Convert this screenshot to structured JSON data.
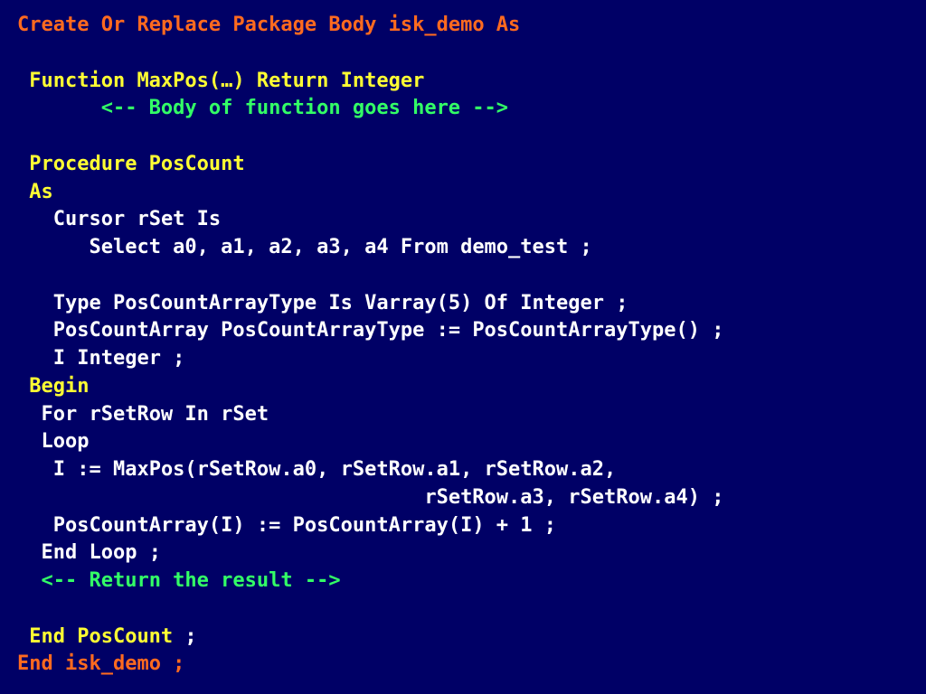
{
  "colors": {
    "background": "#000066",
    "orange": "#ff6a1f",
    "yellow": "#ffff33",
    "white": "#ffffff",
    "green": "#33ff66"
  },
  "code_lines": [
    {
      "row": 0,
      "indent": 0,
      "segments": [
        {
          "text": "Create Or Replace Package Body isk_demo As",
          "color": "orange"
        }
      ]
    },
    {
      "row": 2,
      "indent": 1,
      "segments": [
        {
          "text": "Function MaxPos(…) Return Integer",
          "color": "yellow"
        }
      ]
    },
    {
      "row": 3,
      "indent": 7,
      "segments": [
        {
          "text": "<-- Body of function goes here -->",
          "color": "green"
        }
      ]
    },
    {
      "row": 5,
      "indent": 1,
      "segments": [
        {
          "text": "Procedure PosCount",
          "color": "yellow"
        }
      ]
    },
    {
      "row": 6,
      "indent": 1,
      "segments": [
        {
          "text": "As",
          "color": "yellow"
        }
      ]
    },
    {
      "row": 7,
      "indent": 3,
      "segments": [
        {
          "text": "Cursor rSet Is",
          "color": "white"
        }
      ]
    },
    {
      "row": 8,
      "indent": 6,
      "segments": [
        {
          "text": "Select a0, a1, a2, a3, a4 From demo_test ;",
          "color": "white"
        }
      ]
    },
    {
      "row": 10,
      "indent": 3,
      "segments": [
        {
          "text": "Type PosCountArrayType Is Varray(5) Of Integer ;",
          "color": "white"
        }
      ]
    },
    {
      "row": 11,
      "indent": 3,
      "segments": [
        {
          "text": "PosCountArray PosCountArrayType := PosCountArrayType() ;",
          "color": "white"
        }
      ]
    },
    {
      "row": 12,
      "indent": 3,
      "segments": [
        {
          "text": "I Integer ;",
          "color": "white"
        }
      ]
    },
    {
      "row": 13,
      "indent": 1,
      "segments": [
        {
          "text": "Begin",
          "color": "yellow"
        }
      ]
    },
    {
      "row": 14,
      "indent": 2,
      "segments": [
        {
          "text": "For rSetRow In rSet",
          "color": "white"
        }
      ]
    },
    {
      "row": 15,
      "indent": 2,
      "segments": [
        {
          "text": "Loop",
          "color": "white"
        }
      ]
    },
    {
      "row": 16,
      "indent": 3,
      "segments": [
        {
          "text": "I := MaxPos(rSetRow.a0, rSetRow.a1, rSetRow.a2,",
          "color": "white"
        }
      ]
    },
    {
      "row": 17,
      "indent": 34,
      "segments": [
        {
          "text": "rSetRow.a3, rSetRow.a4) ;",
          "color": "white"
        }
      ]
    },
    {
      "row": 18,
      "indent": 3,
      "segments": [
        {
          "text": "PosCountArray(I) := PosCountArray(I) + 1 ;",
          "color": "white"
        }
      ]
    },
    {
      "row": 19,
      "indent": 2,
      "segments": [
        {
          "text": "End Loop ;",
          "color": "white"
        }
      ]
    },
    {
      "row": 20,
      "indent": 2,
      "segments": [
        {
          "text": "<-- Return the result -->",
          "color": "green"
        }
      ]
    },
    {
      "row": 22,
      "indent": 1,
      "segments": [
        {
          "text": "End PosCount",
          "color": "yellow"
        },
        {
          "text": " ;",
          "color": "white"
        }
      ]
    },
    {
      "row": 23,
      "indent": 0,
      "segments": [
        {
          "text": "End isk_demo ;",
          "color": "orange"
        }
      ]
    }
  ]
}
